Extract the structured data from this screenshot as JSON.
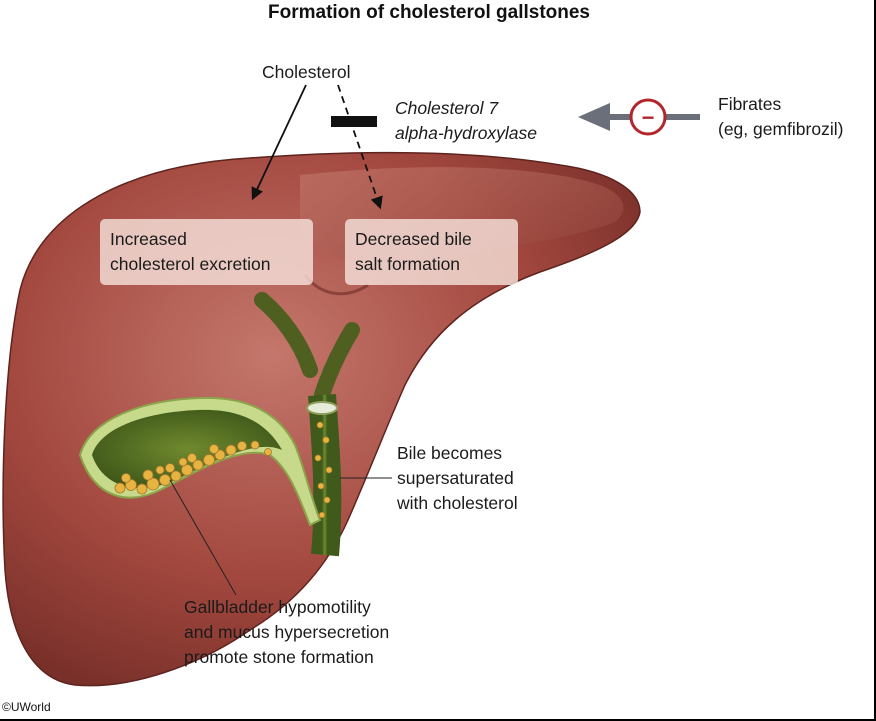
{
  "title": "Formation of cholesterol gallstones",
  "labels": {
    "cholesterol": "Cholesterol",
    "enzyme": [
      "Cholesterol 7",
      "alpha-hydroxylase"
    ],
    "fibrates": [
      "Fibrates",
      "(eg, gemfibrozil)"
    ],
    "inhibit_symbol": "−"
  },
  "boxes": {
    "excretion": [
      "Increased",
      "cholesterol excretion"
    ],
    "bile_salt": [
      "Decreased bile",
      "salt formation"
    ]
  },
  "callouts": {
    "bile": [
      "Bile becomes",
      "supersaturated",
      "with cholesterol"
    ],
    "gallbladder": [
      "Gallbladder hypomotility",
      "and mucus hypersecretion",
      "promote stone formation"
    ]
  },
  "copyright": "©UWorld",
  "colors": {
    "liver": "#a85048",
    "liver_dark": "#6e2a24",
    "gallbladder": "#4f6b22",
    "stones": "#e8b441",
    "inhibit": "#b2272d",
    "arrow_gray": "#6b6f7a"
  }
}
